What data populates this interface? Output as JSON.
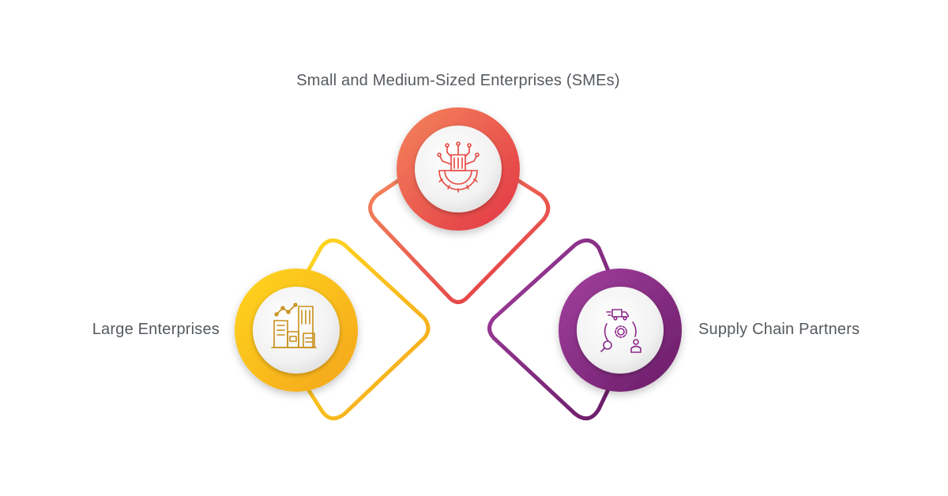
{
  "nodes": {
    "top": {
      "label": "Small and Medium-Sized Enterprises (SMEs)",
      "icon": "smart-factory-gear-icon",
      "color_from": "#f27a5a",
      "color_to": "#e63b45"
    },
    "left": {
      "label": "Large Enterprises",
      "icon": "corporate-buildings-growth-icon",
      "color_from": "#ffd21f",
      "color_to": "#f5a81c"
    },
    "right": {
      "label": "Supply Chain Partners",
      "icon": "supply-chain-cycle-icon",
      "color_from": "#9b3c9e",
      "color_to": "#6e1f6c"
    }
  }
}
